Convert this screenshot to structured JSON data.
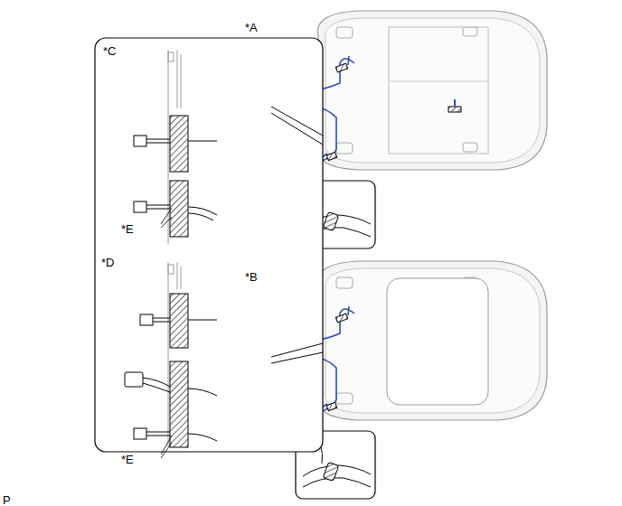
{
  "diagram": {
    "labels": [
      "*A",
      "*C",
      "*E",
      "*D",
      "*B",
      "*E",
      "P"
    ]
  }
}
